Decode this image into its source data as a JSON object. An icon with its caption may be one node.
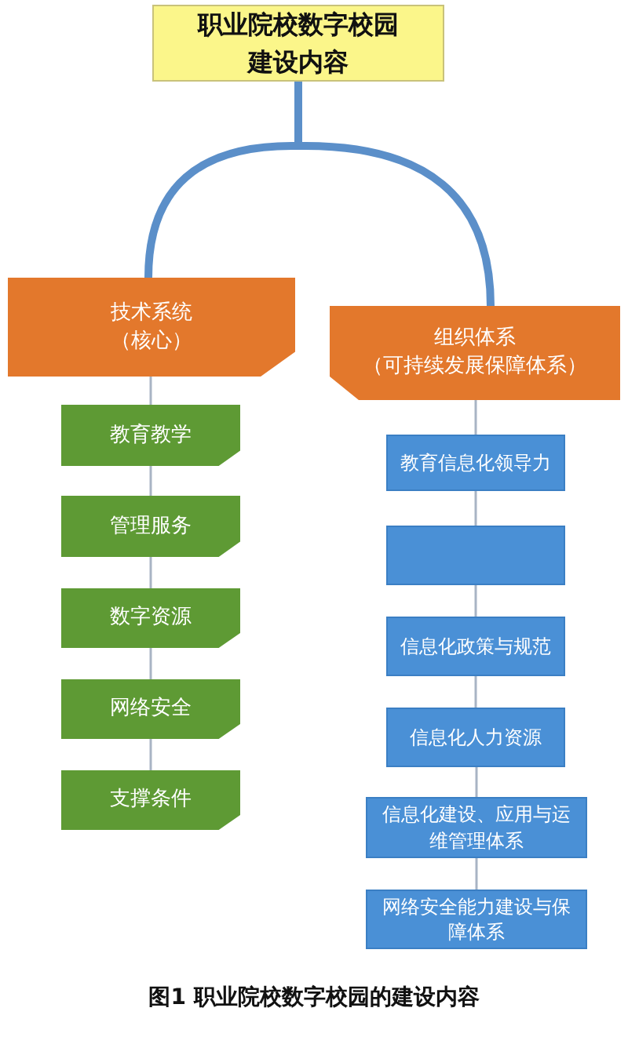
{
  "diagram": {
    "caption": "图1 职业院校数字校园的建设内容",
    "nodes": [
      {
        "text": [
          "职业院校数字校园建设内容"
        ]
      },
      {
        "text": [
          "技术系统",
          "（核心）"
        ]
      },
      {
        "text": [
          "组织体系",
          "（可持续发展保障体系）"
        ]
      },
      {
        "text": [
          "教育教学"
        ]
      },
      {
        "text": [
          "管理服务"
        ]
      },
      {
        "text": [
          "数字资源"
        ]
      },
      {
        "text": [
          "网络安全"
        ]
      },
      {
        "text": [
          "支撑条件"
        ]
      },
      {
        "text": [
          "教育信息化领导力"
        ]
      },
      {
        "text": [],
        "shape": "box"
      },
      {
        "text": [
          "信息化政策与规范"
        ]
      },
      {
        "text": [
          "信息化人力资源"
        ]
      },
      {
        "text": [
          "信息化建设、应用与运维管理体系"
        ]
      },
      {
        "text": [
          "网络安全能力建设与保障体系"
        ]
      }
    ],
    "edges": [
      {
        "from": 0,
        "to": 1,
        "arrow": "none",
        "style": "thick"
      },
      {
        "from": 0,
        "to": 2,
        "arrow": "none",
        "style": "thick"
      },
      {
        "from": 1,
        "to": 3,
        "arrow": "none"
      },
      {
        "from": 3,
        "to": 4,
        "arrow": "none"
      },
      {
        "from": 4,
        "to": 5,
        "arrow": "none"
      },
      {
        "from": 5,
        "to": 6,
        "arrow": "none"
      },
      {
        "from": 6,
        "to": 7,
        "arrow": "none"
      },
      {
        "from": 2,
        "to": 8,
        "arrow": "none"
      },
      {
        "from": 8,
        "to": 9,
        "arrow": "none"
      },
      {
        "from": 9,
        "to": 10,
        "arrow": "none"
      },
      {
        "from": 10,
        "to": 11,
        "arrow": "none"
      },
      {
        "from": 11,
        "to": 12,
        "arrow": "none"
      },
      {
        "from": 12,
        "to": 13,
        "arrow": "none"
      }
    ]
  }
}
